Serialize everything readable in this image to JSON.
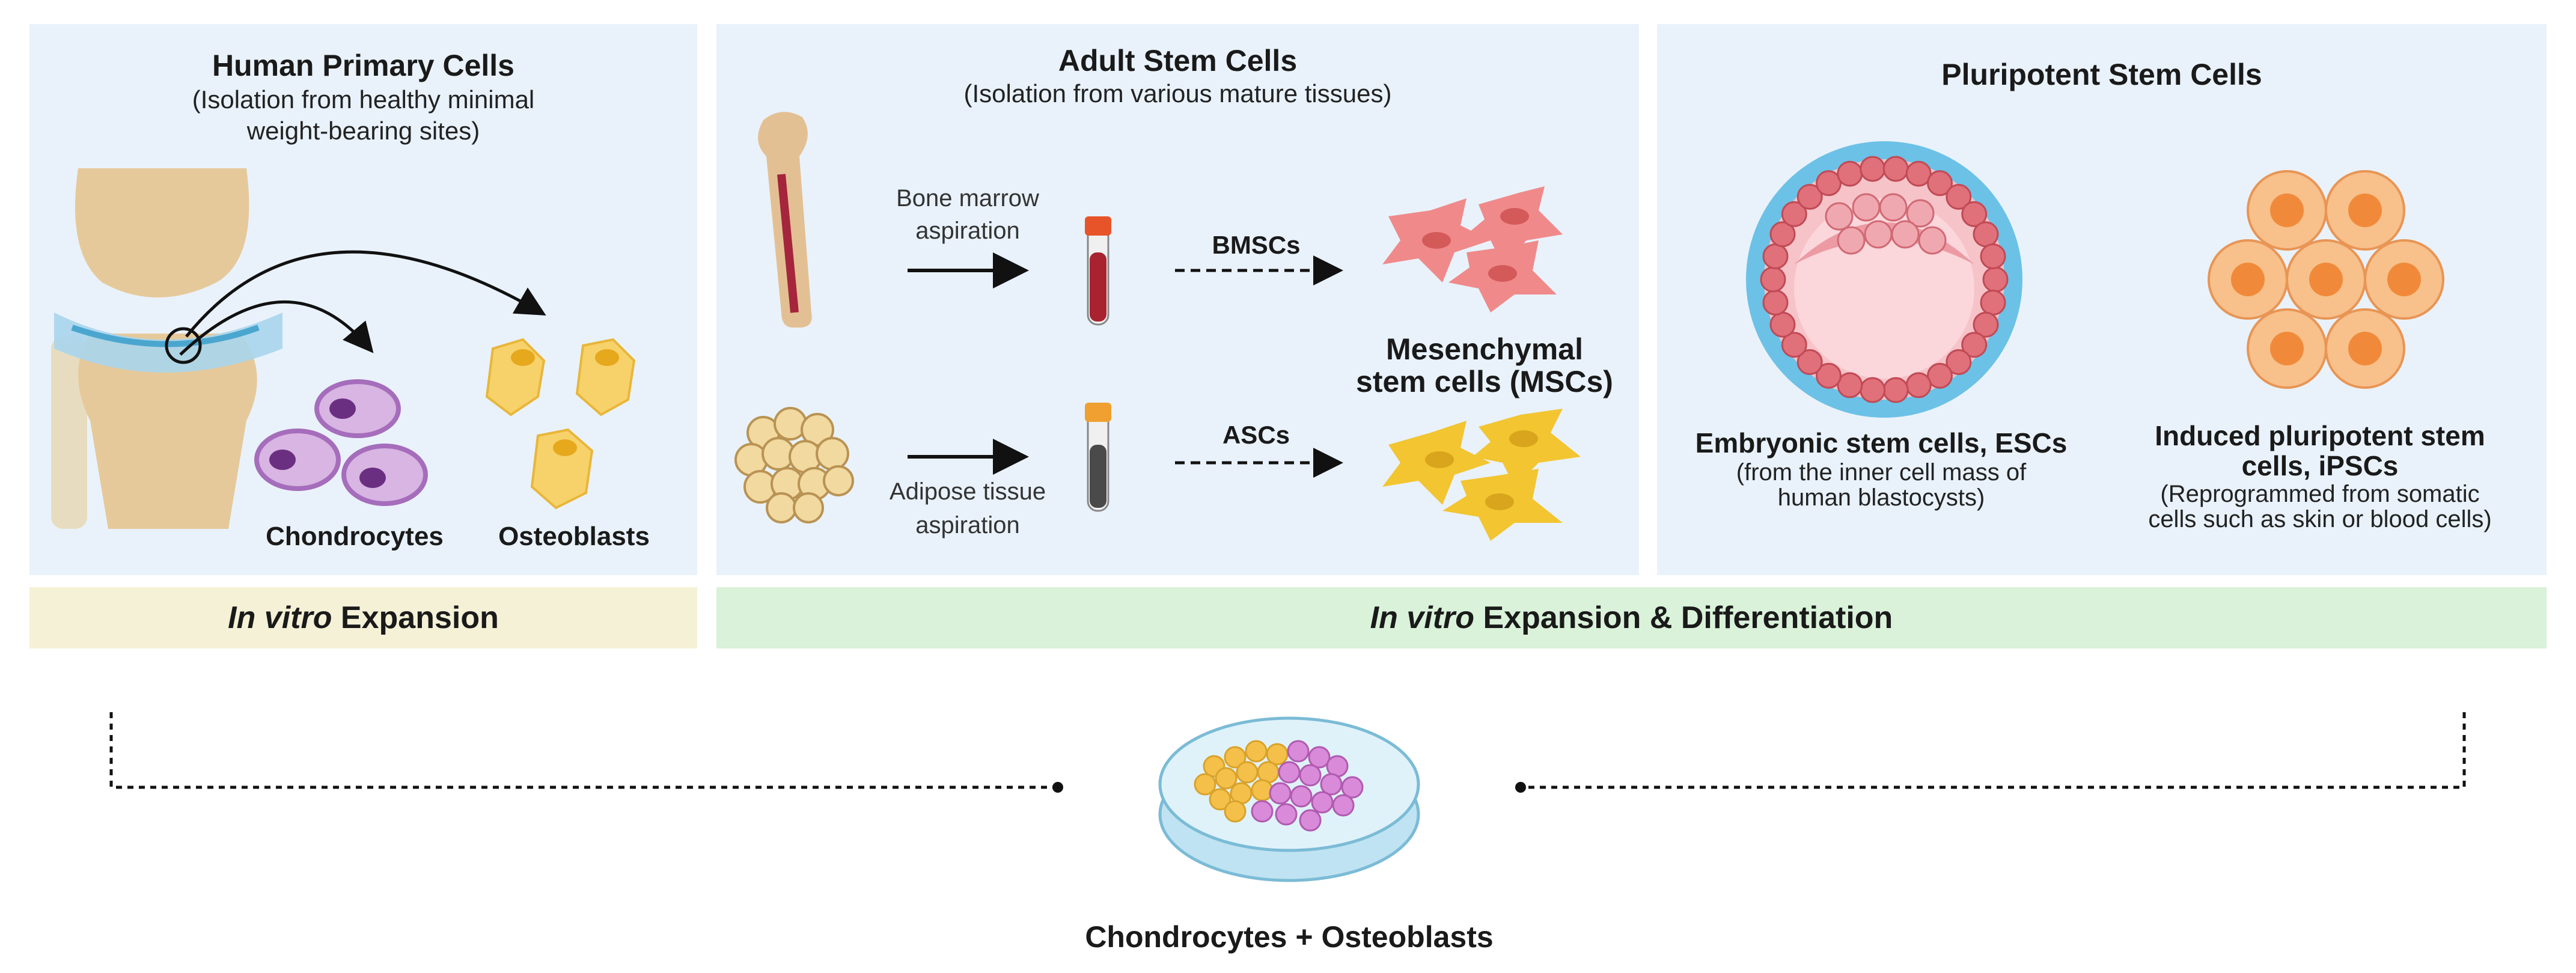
{
  "panels": {
    "primary": {
      "title": "Human Primary Cells",
      "subtitle_line1": "(Isolation from healthy minimal",
      "subtitle_line2": "weight-bearing sites)",
      "label_chondrocytes": "Chondrocytes",
      "label_osteoblasts": "Osteoblasts"
    },
    "adult": {
      "title": "Adult Stem Cells",
      "subtitle": "(Isolation from various mature tissues)",
      "bone_label_line1": "Bone marrow",
      "bone_label_line2": "aspiration",
      "adipose_label_line1": "Adipose tissue",
      "adipose_label_line2": "aspiration",
      "bmscs": "BMSCs",
      "ascs": "ASCs",
      "msc_line1": "Mesenchymal",
      "msc_line2": "stem cells (MSCs)"
    },
    "pluripotent": {
      "title": "Pluripotent Stem Cells",
      "esc_title": "Embryonic stem cells, ESCs",
      "esc_sub_line1": "(from the inner cell mass of",
      "esc_sub_line2": "human blastocysts)",
      "ipsc_title_line1": "Induced pluripotent stem",
      "ipsc_title_line2": "cells, iPSCs",
      "ipsc_sub_line1": "(Reprogrammed from  somatic",
      "ipsc_sub_line2": "cells such as skin or blood cells)"
    }
  },
  "bands": {
    "left_italic": "In vitro",
    "left_rest": " Expansion",
    "right_italic": "In vitro",
    "right_rest": " Expansion & Differentiation"
  },
  "bottom_label": "Chondrocytes + Osteoblasts",
  "colors": {
    "panel_bg": "#e9f2fb",
    "band_left": "#f5f1d6",
    "band_right": "#d9f2d9",
    "chondrocyte": "#c79bd6",
    "osteoblast": "#f7d26a",
    "bmsc": "#f08a8a",
    "asc": "#f2c531",
    "blastocyst": "#e0707a",
    "ipsc": "#f6a55e"
  }
}
